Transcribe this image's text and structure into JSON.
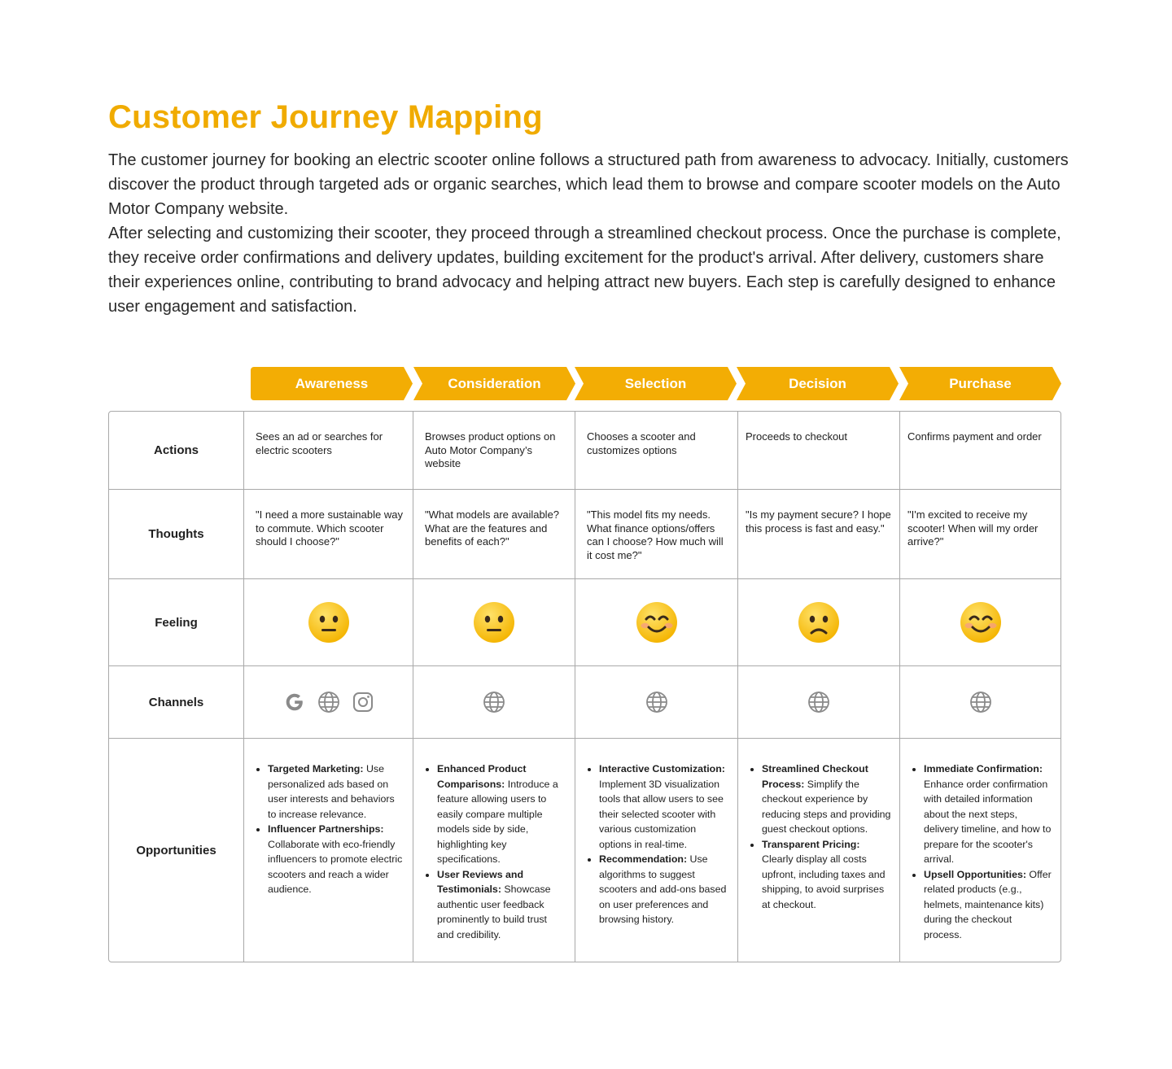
{
  "title": "Customer Journey Mapping",
  "intro": [
    "The customer journey for booking an electric scooter online follows a structured path from awareness to advocacy. Initially, customers discover the product through targeted ads or organic searches, which lead them to browse and compare scooter models on the Auto Motor Company website.",
    "After selecting and customizing their scooter, they proceed through a streamlined checkout process. Once the purchase is complete, they receive order confirmations and delivery updates, building excitement for the product's arrival. After delivery, customers share their experiences online, contributing to brand advocacy and helping attract new buyers. Each step is carefully designed to enhance user engagement and satisfaction."
  ],
  "stages": [
    "Awareness",
    "Consideration",
    "Selection",
    "Decision",
    "Purchase"
  ],
  "row_labels": {
    "actions": "Actions",
    "thoughts": "Thoughts",
    "feeling": "Feeling",
    "channels": "Channels",
    "opportunities": "Opportunities"
  },
  "actions": [
    "Sees an ad or searches for electric scooters",
    "Browses product options on Auto Motor Company’s website",
    "Chooses a scooter and customizes options",
    "Proceeds to checkout",
    "Confirms payment and order"
  ],
  "thoughts": [
    "\"I need a more sustainable way to commute. Which scooter should I choose?\"",
    "\"What models are available? What are the features and benefits of each?\"",
    "\"This model fits my needs. What finance options/offers can I choose? How much will it cost me?\"",
    "\"Is my payment secure? I hope this process is fast and easy.\"",
    "\"I'm excited to receive my scooter! When will my order arrive?\""
  ],
  "feelings": [
    "neutral-face-icon",
    "neutral-face-icon",
    "smiling-face-icon",
    "frowning-face-icon",
    "smiling-face-icon"
  ],
  "channels": [
    [
      "google-icon",
      "globe-icon",
      "instagram-icon"
    ],
    [
      "globe-icon"
    ],
    [
      "globe-icon"
    ],
    [
      "globe-icon"
    ],
    [
      "globe-icon"
    ]
  ],
  "opportunities": [
    [
      {
        "title": "Targeted Marketing:",
        "text": " Use personalized ads based on user interests and behaviors to increase relevance."
      },
      {
        "title": "Influencer Partnerships:",
        "text": " Collaborate with eco-friendly influencers to promote electric scooters and reach a wider audience."
      }
    ],
    [
      {
        "title": "Enhanced Product Comparisons:",
        "text": " Introduce a feature allowing users to easily compare multiple models side by side, highlighting key specifications."
      },
      {
        "title": "User Reviews and Testimonials:",
        "text": " Showcase authentic user feedback prominently to build trust and credibility."
      }
    ],
    [
      {
        "title": "Interactive Customization:",
        "text": " Implement 3D visualization tools that allow users to see their selected scooter with various customization options in real-time."
      },
      {
        "title": "Recommendation:",
        "text": " Use algorithms to suggest scooters and add-ons based on user preferences and browsing history."
      }
    ],
    [
      {
        "title": "Streamlined Checkout Process:",
        "text": " Simplify the checkout experience by reducing steps and providing guest checkout options."
      },
      {
        "title": "Transparent Pricing:",
        "text": " Clearly display all costs upfront, including taxes and shipping, to avoid surprises at checkout."
      }
    ],
    [
      {
        "title": "Immediate Confirmation:",
        "text": " Enhance order confirmation with detailed information about the next steps, delivery timeline, and how to prepare for the scooter's arrival."
      },
      {
        "title": "Upsell Opportunities:",
        "text": " Offer related products (e.g., helmets, maintenance kits) during the checkout process."
      }
    ]
  ],
  "colors": {
    "accent": "#f3ad04",
    "title": "#f0ab00",
    "grid_border": "#a9a9a9",
    "icon_gray": "#8a8a8a",
    "emoji_face": "#fcc21b"
  }
}
